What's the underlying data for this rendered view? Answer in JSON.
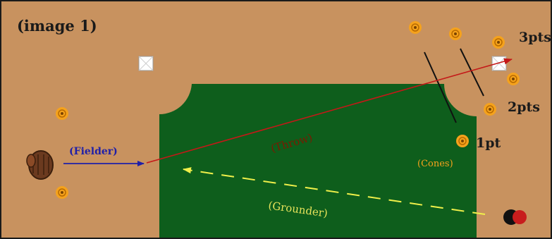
{
  "caption": "(image 1)",
  "labels": {
    "fielder": "(Fielder)",
    "throw": "(Throw)",
    "grounder": "(Grounder)",
    "cones": "(Cones)",
    "pts3": "3pts",
    "pts2": "2pts",
    "pt1": "1pt"
  },
  "colors": {
    "dirt": "#c8925f",
    "grass": "#0e5e1c",
    "cone": "#f5a21c",
    "fielder_arrow": "#1f1fa8",
    "throw_arrow": "#c41818",
    "grounder_arrow": "#f0f04a",
    "scoring_line": "#111111"
  },
  "icons": [
    "glove-icon",
    "ball-icon",
    "cone-icon",
    "base-icon"
  ]
}
